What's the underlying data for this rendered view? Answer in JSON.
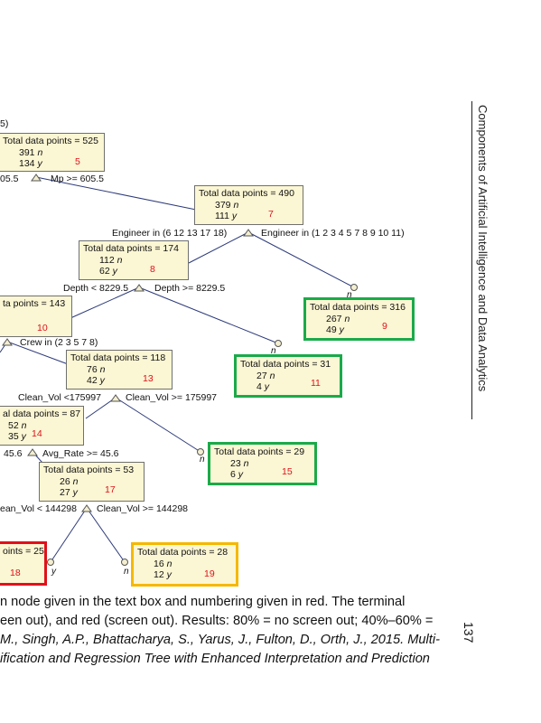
{
  "sidebar": {
    "title": "Components of Artificial Intelligence and Data Analytics",
    "page_number": "137"
  },
  "tree": {
    "top_fragment": "5)",
    "nodes": [
      {
        "id": "5",
        "total": "Total data points = 525",
        "n": "391",
        "y": "134",
        "num": "5"
      },
      {
        "id": "7",
        "total": "Total data points = 490",
        "n": "379",
        "y": "111",
        "num": "7"
      },
      {
        "id": "8",
        "total": "Total data points = 174",
        "n": "112",
        "y": "62",
        "num": "8"
      },
      {
        "id": "9",
        "total": "Total data points = 316",
        "n": "267",
        "y": "49",
        "num": "9"
      },
      {
        "id": "10",
        "total": "ta points = 143",
        "num": "10"
      },
      {
        "id": "11",
        "total": "Total data points = 31",
        "n": "27",
        "y": "4",
        "num": "11"
      },
      {
        "id": "13",
        "total": "Total data points = 118",
        "n": "76",
        "y": "42",
        "num": "13"
      },
      {
        "id": "14",
        "total": "al data points = 87",
        "n": "52",
        "y": "35",
        "num": "14"
      },
      {
        "id": "15",
        "total": "Total data points = 29",
        "n": "23",
        "y": "6",
        "num": "15"
      },
      {
        "id": "17",
        "total": "Total data points = 53",
        "n": "26",
        "y": "27",
        "num": "17"
      },
      {
        "id": "18",
        "total": "oints = 25",
        "num": "18"
      },
      {
        "id": "19",
        "total": "Total data points = 28",
        "n": "16",
        "y": "12",
        "num": "19"
      }
    ],
    "n_letter": "n",
    "y_letter": "y",
    "splits": {
      "s5_left": "05.5",
      "s5_right": "Mp >= 605.5",
      "s7_left": "Engineer in (6 12 13 17 18)",
      "s7_right": "Engineer in (1 2 3 4 5 7 8 9 10 11)",
      "s8_left": "Depth < 8229.5",
      "s8_right": "Depth >= 8229.5",
      "s10_right": "Crew in (2 3 5 7 8)",
      "s13_left": "Clean_Vol <175997",
      "s13_right": "Clean_Vol >= 175997",
      "s14_left": "45.6",
      "s14_right": "Avg_Rate >= 45.6",
      "s17_left": "ean_Vol < 144298",
      "s17_right": "Clean_Vol >= 144298"
    }
  },
  "caption": {
    "line1": "n node given in the text box and numbering given in red. The terminal",
    "line2": "een out), and red (screen out). Results: 80% = no screen out; 40%–60% =",
    "line3": "M., Singh, A.P., Bhattacharya, S., Yarus, J., Fulton, D., Orth, J., 2015. Multi-",
    "line4": "ification and Regression Tree with Enhanced Interpretation and Prediction"
  }
}
